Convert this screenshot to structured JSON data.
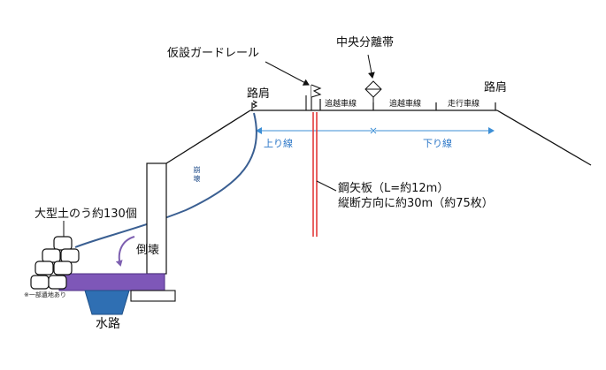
{
  "labels": {
    "temp_guardrail": "仮設ガードレール",
    "median": "中央分離帯",
    "shoulder_left": "路肩",
    "shoulder_right": "路肩",
    "lane_passing_1": "追越車線",
    "lane_passing_2": "追越車線",
    "lane_driving": "走行車線",
    "up_line": "上り線",
    "down_line": "下り線",
    "collapse": "崩壊",
    "sheet_pile_line1": "鋼矢板（L=約12m）",
    "sheet_pile_line2": "縦断方向に約30m（約75枚）",
    "sandbags": "大型土のう約130個",
    "topple": "倒壊",
    "partial_note": "※一部遺地あり",
    "waterway": "水路"
  },
  "colors": {
    "line": "#111111",
    "sheet_pile": "#e23b3b",
    "collapse_curve": "#3a5f92",
    "lane_arrow": "#3d8fd6",
    "purple_slab": "#7e57b8",
    "channel": "#2f6fb3",
    "topple_arrow": "#7d5fb0"
  },
  "icons": [
    "median-shrub-icon",
    "guardrail-flag-icon",
    "shoulder-marker-icon"
  ]
}
